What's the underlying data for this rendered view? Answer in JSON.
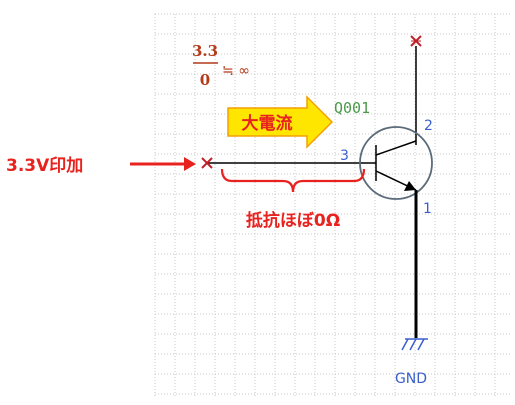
{
  "fraction": {
    "numerator": "3.3",
    "denominator": "0",
    "suffix": "≒ ∞"
  },
  "arrow_label": "大電流",
  "input_label": "3.3V印加",
  "brace_label": "抵抗ほぼ0Ω",
  "transistor": {
    "ref": "Q001",
    "pin_base": "3",
    "pin_collector": "2",
    "pin_emitter": "1"
  },
  "ground_label": "GND",
  "colors": {
    "grid": "#c8c8c8",
    "red": "#e8231f",
    "wire": "#000000",
    "pin_number": "#3a5fcd",
    "ref_text": "#4a9a4a",
    "arrow_fill": "#ffe600",
    "arrow_stroke": "#f4a000",
    "marker": "#c0202a"
  }
}
